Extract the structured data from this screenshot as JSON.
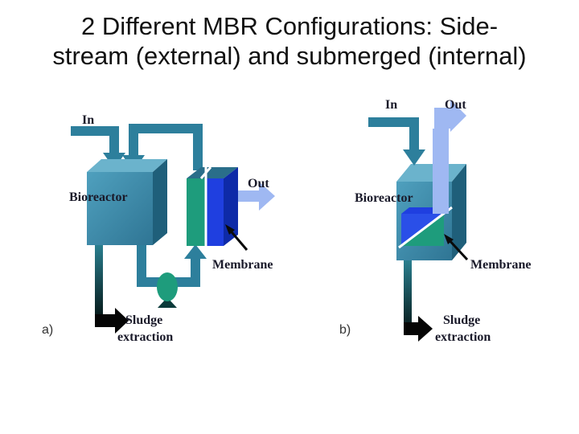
{
  "title": {
    "line1": "2 Different MBR Configurations: Side-",
    "line2": "stream (external) and submerged (internal)"
  },
  "diagram_a": {
    "caption": "a)",
    "in_label": "In",
    "out_label": "Out",
    "bioreactor_label": "Bioreactor",
    "membrane_label": "Membrane",
    "sludge_label_1": "Sludge",
    "sludge_label_2": "extraction"
  },
  "diagram_b": {
    "caption": "b)",
    "in_label": "In",
    "out_label": "Out",
    "bioreactor_label": "Bioreactor",
    "membrane_label": "Membrane",
    "sludge_label_1": "Sludge",
    "sludge_label_2": "extraction"
  },
  "colors": {
    "tank": "#3f8fae",
    "tank_top": "#6bb3cc",
    "flow": "#2d7f9c",
    "membrane_green": "#1e9c7c",
    "membrane_blue": "#1f3fe0",
    "out_flow": "#9fb8f2",
    "sludge_dark": "#0b3a3a"
  }
}
